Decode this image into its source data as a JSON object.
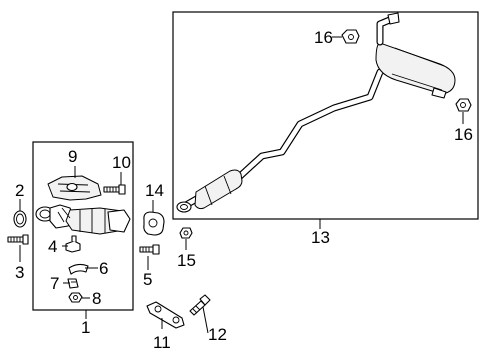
{
  "diagram": {
    "callouts": {
      "c1": "1",
      "c2": "2",
      "c3": "3",
      "c4": "4",
      "c5": "5",
      "c6": "6",
      "c7": "7",
      "c8": "8",
      "c9": "9",
      "c10": "10",
      "c11": "11",
      "c12": "12",
      "c13": "13",
      "c14": "14",
      "c15": "15",
      "c16a": "16",
      "c16b": "16"
    }
  }
}
